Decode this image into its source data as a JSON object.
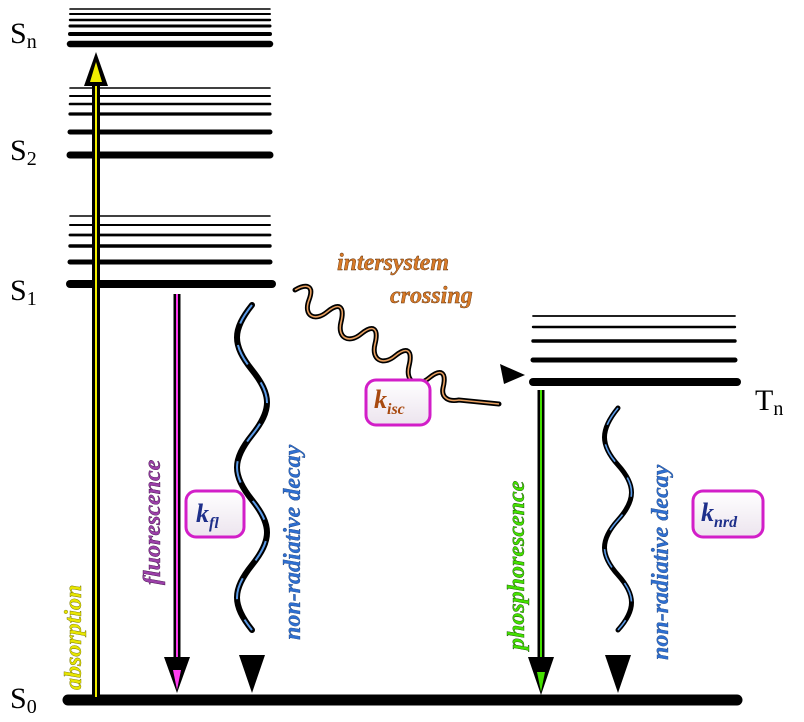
{
  "states": {
    "sn": {
      "main": "S",
      "sub": "n"
    },
    "s2": {
      "main": "S",
      "sub": "2"
    },
    "s1": {
      "main": "S",
      "sub": "1"
    },
    "s0": {
      "main": "S",
      "sub": "0"
    },
    "tn": {
      "main": "T",
      "sub": "n"
    }
  },
  "processes": {
    "absorption": "absorption",
    "fluorescence": "fluorescence",
    "nonrad_singlet": "non-radiative decay",
    "isc_line1": "intersystem",
    "isc_line2": "crossing",
    "phosphorescence": "phosphorescence",
    "nonrad_triplet": "non-radiative decay"
  },
  "rates": {
    "kfl": {
      "main": "k",
      "sub": "fl"
    },
    "kisc": {
      "main": "k",
      "sub": "isc"
    },
    "knrd": {
      "main": "k",
      "sub": "nrd"
    }
  },
  "colors": {
    "absorption": "#f2ee00",
    "fluorescence": "#9b3fa8",
    "fluorescence_line": "#ff3cf0",
    "nonradiative": "#2f6fd0",
    "isc": "#d77a28",
    "phosphorescence": "#44e000",
    "rate_box_border": "#d21ec8",
    "rate_box_fill": "#f4edf6"
  }
}
